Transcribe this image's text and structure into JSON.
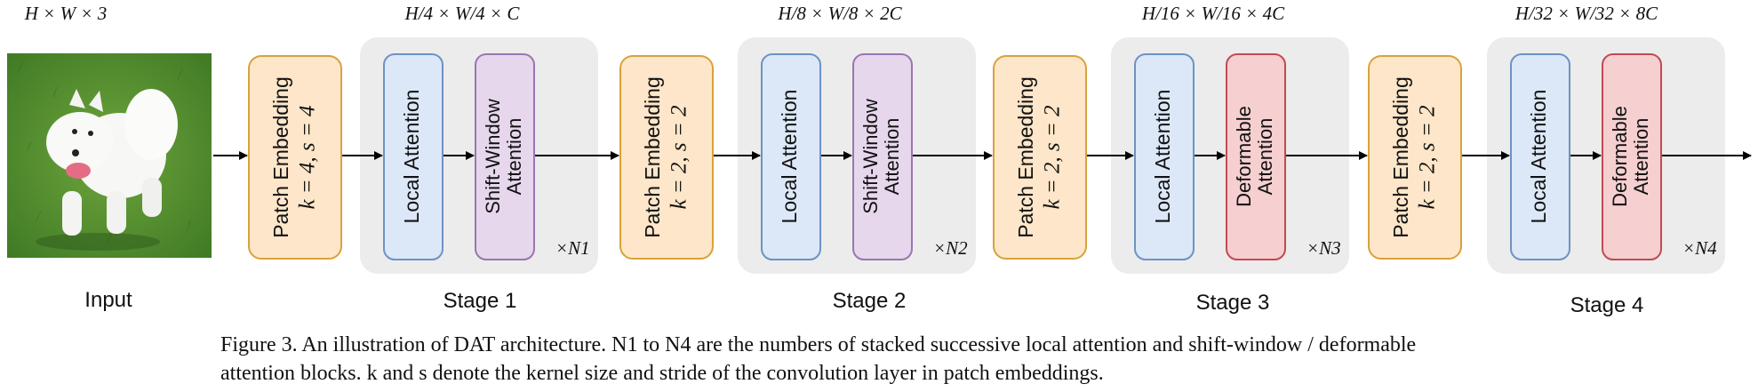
{
  "input": {
    "dim_label": "H × W × 3",
    "label": "Input"
  },
  "stages": [
    {
      "dim_label": "H/4 × W/4 × C",
      "patch_embedding": {
        "title": "Patch Embedding",
        "params": "k = 4,  s = 4"
      },
      "block_a": "Local Attention",
      "block_b": [
        "Shift-Window",
        "Attention"
      ],
      "repeat": "×N1",
      "label": "Stage 1"
    },
    {
      "dim_label": "H/8 × W/8 × 2C",
      "patch_embedding": {
        "title": "Patch Embedding",
        "params": "k = 2,  s = 2"
      },
      "block_a": "Local Attention",
      "block_b": [
        "Shift-Window",
        "Attention"
      ],
      "repeat": "×N2",
      "label": "Stage 2"
    },
    {
      "dim_label": "H/16 × W/16 × 4C",
      "patch_embedding": {
        "title": "Patch Embedding",
        "params": "k = 2,  s = 2"
      },
      "block_a": "Local Attention",
      "block_b": [
        "Deformable",
        "Attention"
      ],
      "repeat": "×N3",
      "label": "Stage 3"
    },
    {
      "dim_label": "H/32 × W/32 × 8C",
      "patch_embedding": {
        "title": "Patch Embedding",
        "params": "k = 2,  s = 2"
      },
      "block_a": "Local Attention",
      "block_b": [
        "Deformable",
        "Attention"
      ],
      "repeat": "×N4",
      "label": "Stage 4"
    }
  ],
  "caption": {
    "line1": "Figure 3. An illustration of DAT architecture. N1 to N4 are the numbers of stacked successive local attention and shift-window / deformable",
    "line2": "attention blocks. k and s denote the kernel size and stride of the convolution layer in patch embeddings."
  },
  "colors": {
    "patch_fill": "#fde6c9",
    "patch_stroke": "#d9a23a",
    "local_fill": "#dce8f8",
    "local_stroke": "#6d92c4",
    "shift_fill": "#e6d7ec",
    "shift_stroke": "#9a76b0",
    "deform_fill": "#f6cfd0",
    "deform_stroke": "#c24a52",
    "stage_bg": "#ececec",
    "arrow": "#000000"
  }
}
